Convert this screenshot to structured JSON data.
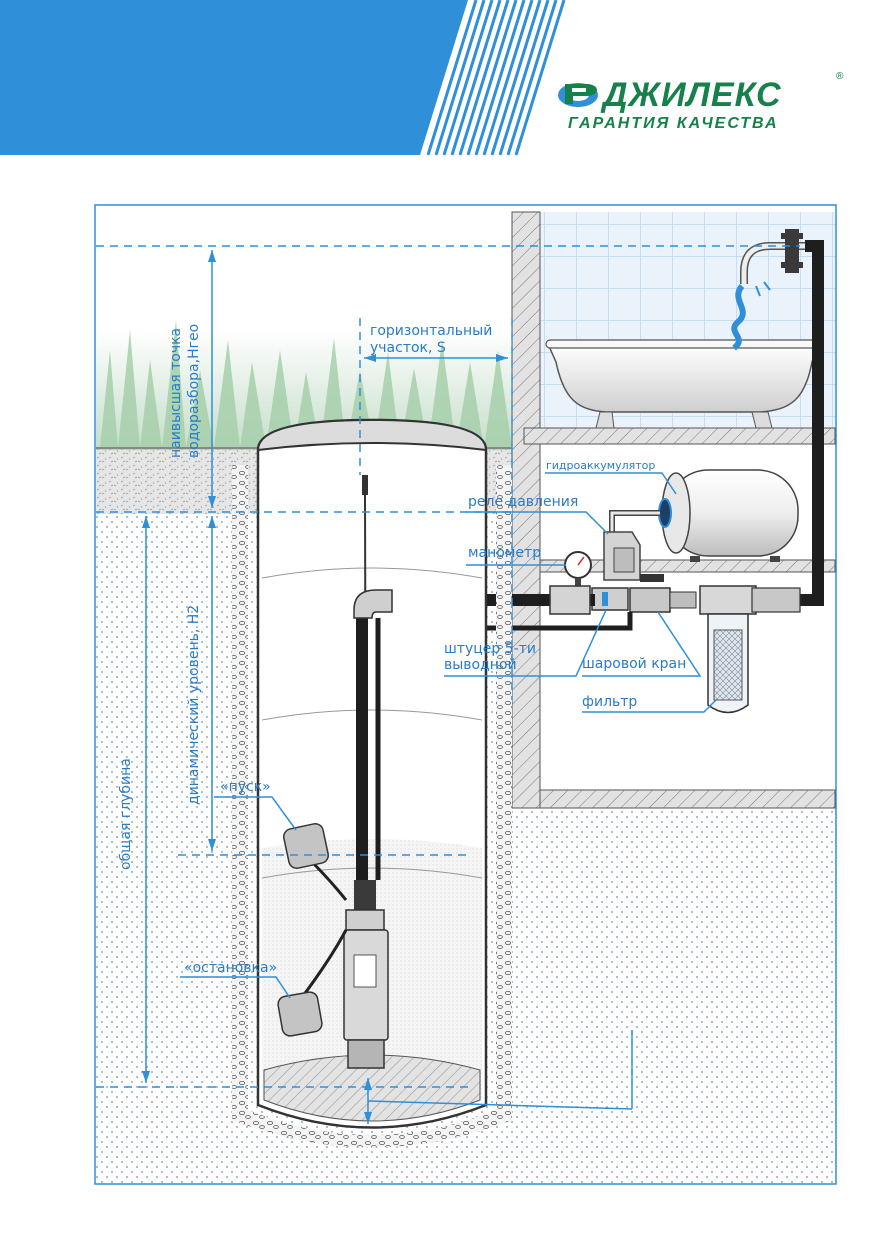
{
  "brand": {
    "name": "ДЖИЛЕКС",
    "tagline": "ГАРАНТИЯ КАЧЕСТВА",
    "registered": "®",
    "colors": {
      "green": "#16814a",
      "blue": "#2f8fd8"
    }
  },
  "labels": {
    "top_point": "наивысшая точка",
    "top_point_2": "водоразбора,Hгео",
    "horizontal": "горизонтальный",
    "horizontal_2": "участок, S",
    "accumulator": "гидроаккумулятор",
    "pressure_relay": "реле давления",
    "manometer": "манометр",
    "fitting": "штуцер 5-ти",
    "fitting_2": "выводной",
    "ball_valve": "шаровой кран",
    "filter": "фильтр",
    "dynamic_level": "динамический уровень, H2",
    "total_depth": "общая глубина",
    "start": "«пуск»",
    "stop": "«остановка»"
  },
  "icons": [
    "logo-icon",
    "faucet-icon",
    "bathtub-icon",
    "pressure-gauge-icon",
    "pump-icon",
    "float-switch-icon",
    "filter-icon"
  ]
}
